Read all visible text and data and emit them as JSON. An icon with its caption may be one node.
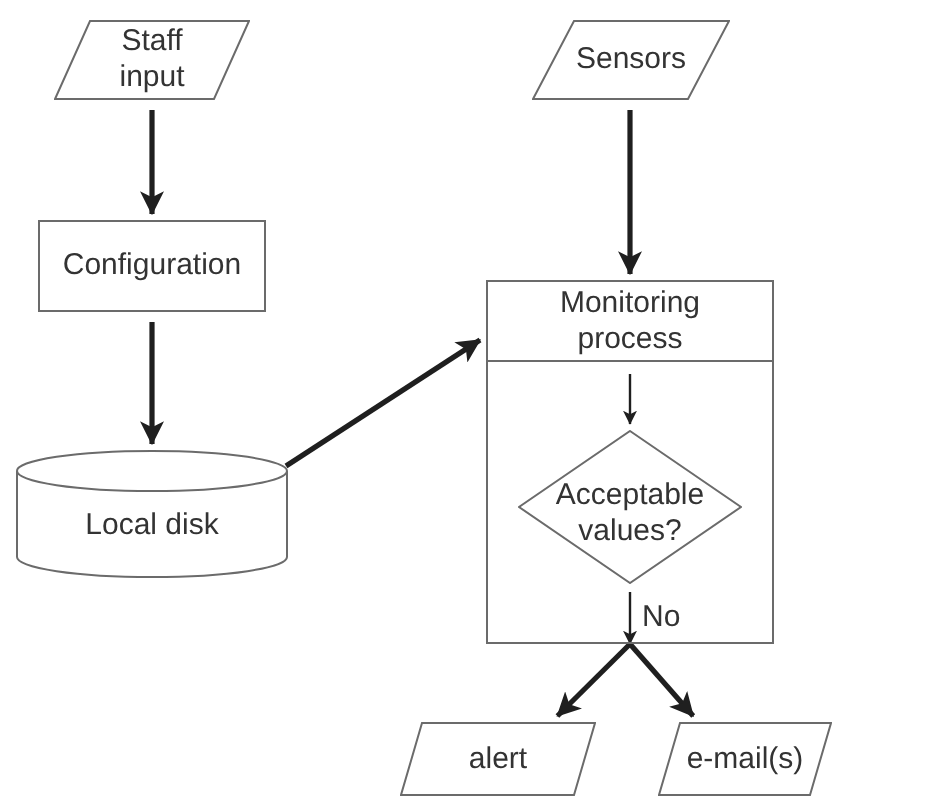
{
  "diagram": {
    "nodes": [
      {
        "text": [
          "Staff input"
        ]
      },
      {
        "text": [
          "Sensors"
        ]
      },
      {
        "text": [
          "Configuration"
        ]
      },
      {
        "text": [
          "Monitoring process"
        ]
      },
      {
        "text": [
          "Acceptable values?"
        ],
        "in": 3
      },
      {
        "text": [
          "Local disk"
        ]
      },
      {
        "text": [
          "alert"
        ]
      },
      {
        "text": [
          "e-mail(s)"
        ]
      }
    ],
    "edges": [
      {
        "from": 0,
        "to": 2,
        "arrow": "to"
      },
      {
        "from": 1,
        "to": 3,
        "arrow": "to"
      },
      {
        "from": 2,
        "to": 5,
        "arrow": "to"
      },
      {
        "from": 5,
        "to": 3,
        "arrow": "to"
      },
      {
        "from": null,
        "to": 4,
        "arrow": "to"
      },
      {
        "from": 4,
        "to": 6,
        "arrow": "to",
        "label": "No"
      },
      {
        "from": 4,
        "to": 7,
        "arrow": "to"
      }
    ]
  }
}
